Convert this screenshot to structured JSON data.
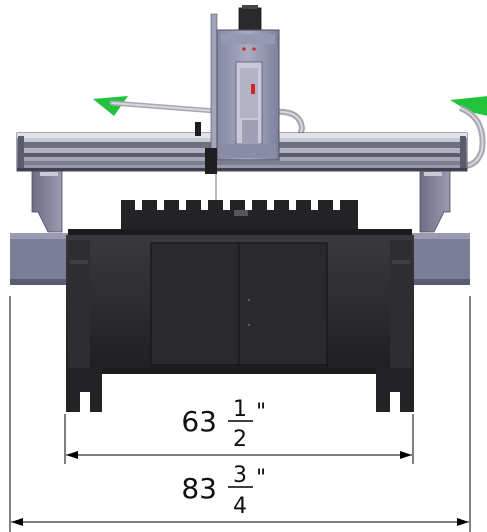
{
  "drawing": {
    "inner_dimension": {
      "whole": "63",
      "numerator": "1",
      "denominator": "2",
      "unit": "\""
    },
    "outer_dimension": {
      "whole": "83",
      "numerator": "3",
      "denominator": "4",
      "unit": "\""
    }
  },
  "colors": {
    "frame_steel": "#8e8fa8",
    "frame_dark": "#5b5c72",
    "table_body": "#2b2b2d",
    "table_dark": "#1c1c1e",
    "gantry_rail": "#b9bac6",
    "gantry_track": "#6e7080",
    "tbed_slats": "#222224",
    "arrow_green": "#22c23a",
    "cable_grey": "#a7a7b2",
    "dim_line": "#000000"
  }
}
